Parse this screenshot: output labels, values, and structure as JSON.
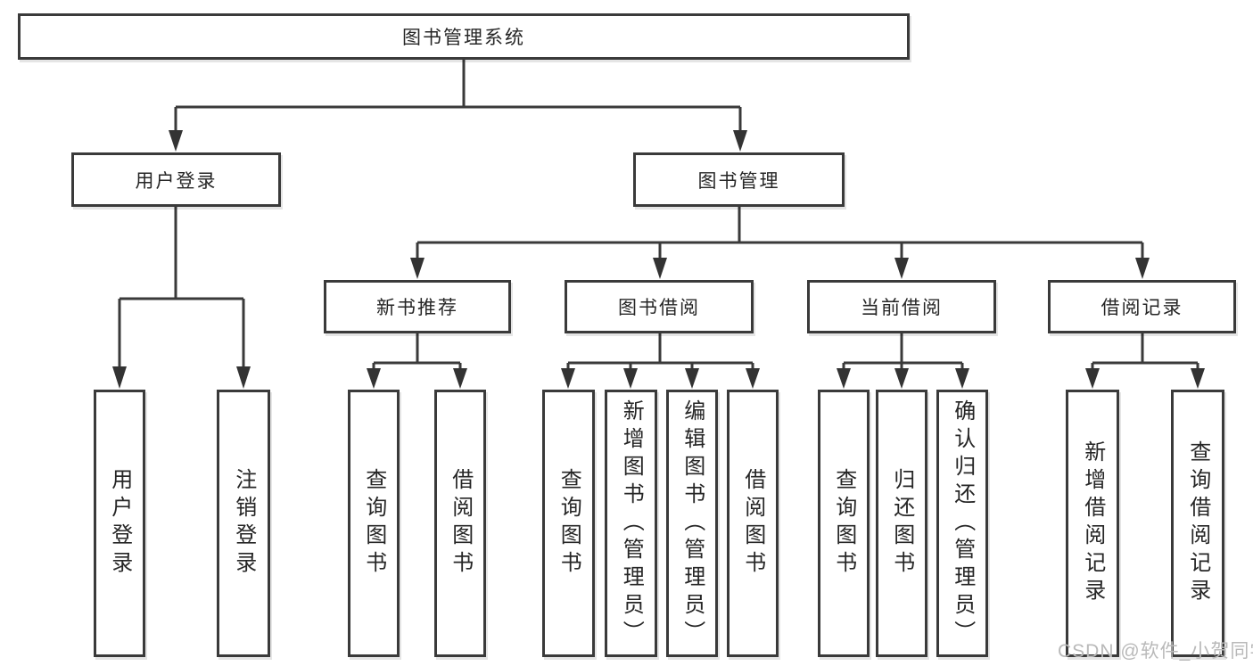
{
  "diagram": {
    "root": {
      "label": "图书管理系统"
    },
    "level2": {
      "user_login": {
        "label": "用户登录"
      },
      "book_management": {
        "label": "图书管理"
      }
    },
    "level3": {
      "new_book": {
        "label": "新书推荐"
      },
      "book_borrowing": {
        "label": "图书借阅"
      },
      "current_borrowing": {
        "label": "当前借阅"
      },
      "borrowing_records": {
        "label": "借阅记录"
      }
    },
    "leaves": {
      "user_login": [
        "用户登录",
        "注销登录"
      ],
      "new_book": [
        "查询图书",
        "借阅图书"
      ],
      "book_borrowing": [
        "查询图书",
        "新增图书（管理员）",
        "编辑图书（管理员）",
        "借阅图书"
      ],
      "current_borrowing": [
        "查询图书",
        "归还图书",
        "确认归还（管理员）"
      ],
      "borrowing_records": [
        "新增借阅记录",
        "查询借阅记录"
      ]
    },
    "watermark": "CSDN @软件_小贺同学",
    "colors": {
      "line": "#3a3a3a",
      "text": "#262626",
      "watermark": "#b9b9b9",
      "background": "#ffffff"
    }
  }
}
